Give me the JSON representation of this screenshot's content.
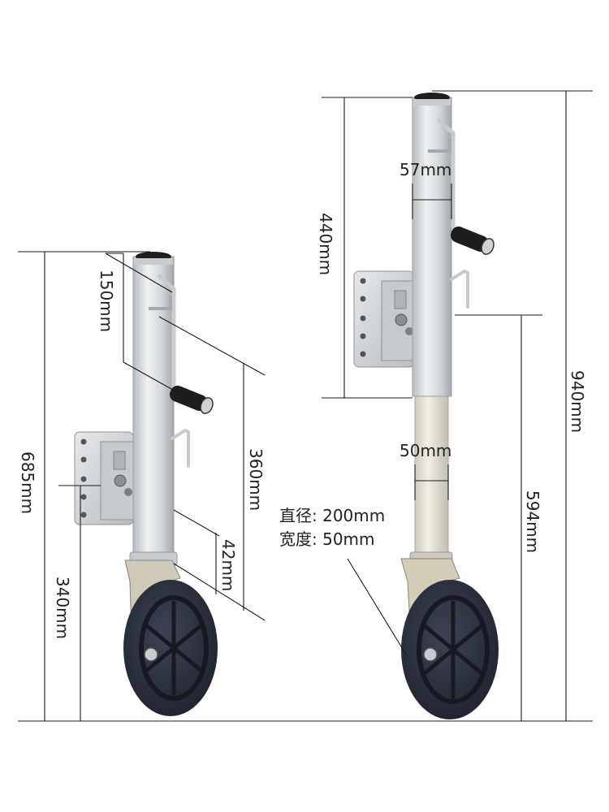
{
  "dimensions": {
    "left_jack": {
      "total_height": "685mm",
      "ground_to_mount": "340mm",
      "top_to_handle": "150mm",
      "travel": "360mm",
      "wheel_clearance": "42mm"
    },
    "right_jack": {
      "total_height": "940mm",
      "tube_length": "440mm",
      "tube_width": "57mm",
      "inner_tube_width": "50mm",
      "ground_to_mount": "594mm"
    },
    "wheel": {
      "diameter": "直径: 200mm",
      "width": "宽度: 50mm"
    }
  },
  "colors": {
    "metal": "#d9dcde",
    "metal_dark": "#9ea3a7",
    "wheel": "#2a2f3d",
    "handle": "#1e1e1e",
    "inner_tube": "#e6e2d6"
  }
}
